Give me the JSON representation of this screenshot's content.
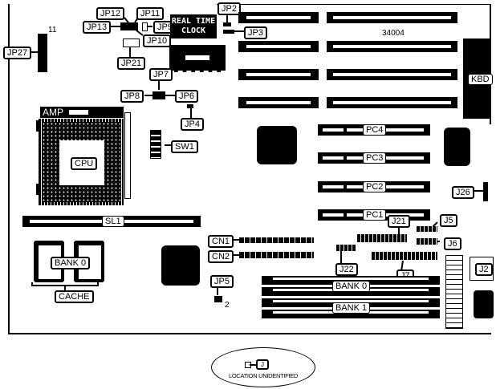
{
  "diagram": {
    "board_id": "34004",
    "pin_marker_11": "11",
    "pin_marker_2": "2",
    "rtc_line1": "REAL TIME",
    "rtc_line2": "CLOCK",
    "amp_label": "AMP",
    "labels": {
      "jp2": "JP2",
      "jp3": "JP3",
      "jp4": "JP4",
      "jp5": "JP5",
      "jp6": "JP6",
      "jp7": "JP7",
      "jp8": "JP8",
      "jp9": "JP9",
      "jp10": "JP10",
      "jp11": "JP11",
      "jp12": "JP12",
      "jp13": "JP13",
      "jp21": "JP21",
      "jp27": "JP27",
      "sw1": "SW1",
      "cpu": "CPU",
      "sl1": "SL1",
      "kbd": "KBD",
      "pc1": "PC1",
      "pc2": "PC2",
      "pc3": "PC3",
      "pc4": "PC4",
      "j2": "J2",
      "j5": "J5",
      "j6": "J6",
      "j7": "J7",
      "j21": "J21",
      "j22": "J22",
      "j26": "J26",
      "cn1": "CN1",
      "cn2": "CN2",
      "cache_bank0": "BANK 0",
      "cache": "CACHE",
      "simm_bank0": "BANK 0",
      "simm_bank1": "BANK 1"
    },
    "legend": {
      "j_label": "J",
      "text": "LOCATION UNIDENTIFIED"
    }
  }
}
